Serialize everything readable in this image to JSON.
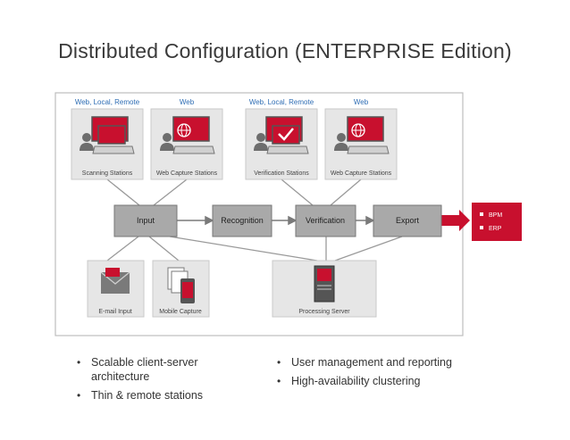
{
  "slide": {
    "title": "Distributed Configuration (ENTERPRISE Edition)"
  },
  "diagram": {
    "top_labels": [
      "Web, Local, Remote",
      "Web",
      "Web, Local, Remote",
      "Web"
    ],
    "stations": [
      "Scanning Stations",
      "Web Capture Stations",
      "Verification Stations",
      "Web Capture Stations"
    ],
    "steps": [
      "Input",
      "Recognition",
      "Verification",
      "Export"
    ],
    "outputs": [
      "BPM",
      "ERP"
    ],
    "sources": [
      "E-mail Input",
      "Mobile Capture"
    ],
    "server": "Processing Server",
    "colors": {
      "accent": "#c8102e",
      "step_fill": "#a9a9a9",
      "panel_fill": "#e6e6e6",
      "label_blue": "#2e6db4"
    }
  },
  "bullets": {
    "col1": [
      "Scalable client-server architecture",
      "Thin & remote stations"
    ],
    "col2": [
      "User management and reporting",
      "High-availability clustering"
    ]
  }
}
